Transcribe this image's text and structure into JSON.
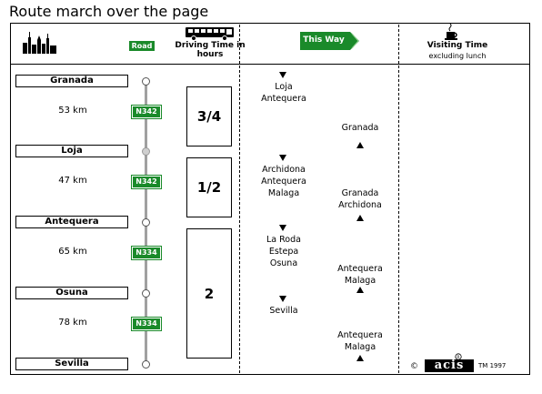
{
  "title": "Route march over the page",
  "header": {
    "road_label": "Road",
    "driving_time_label": "Driving Time in hours",
    "this_way_label": "This Way",
    "visiting_time_label": "Visiting Time",
    "visiting_time_sub": "excluding lunch"
  },
  "route": {
    "towns": [
      "Granada",
      "Loja",
      "Antequera",
      "Osuna",
      "Sevilla"
    ],
    "legs": [
      {
        "distance": "53 km",
        "road": "N342",
        "driving_time": "3/4"
      },
      {
        "distance": "47 km",
        "road": "N342",
        "driving_time": "1/2"
      },
      {
        "distance": "65 km",
        "road": "N334",
        "driving_time": "2"
      },
      {
        "distance": "78 km",
        "road": "N334",
        "driving_time": "2"
      }
    ]
  },
  "this_way": {
    "down_1": [
      "Loja",
      "Antequera"
    ],
    "down_2": [
      "Archidona",
      "Antequera",
      "Malaga"
    ],
    "down_3": [
      "La Roda",
      "Estepa",
      "Osuna"
    ],
    "down_4": [
      "Sevilla"
    ],
    "up_1": [
      "Granada"
    ],
    "up_2": [
      "Granada",
      "Archidona"
    ],
    "up_3": [
      "Antequera",
      "Malaga"
    ],
    "up_4": [
      "Antequera",
      "Malaga"
    ]
  },
  "footer": {
    "copyright_symbol": "©",
    "brand": "acis",
    "tm": "TM",
    "year": "1997"
  },
  "colors": {
    "road_green": "#1a8a2a",
    "line_gray": "#a0a0a0"
  },
  "icons": [
    "city-skyline-icon",
    "bus-icon",
    "this-way-arrow-icon",
    "coffee-cup-icon",
    "registered-icon"
  ]
}
